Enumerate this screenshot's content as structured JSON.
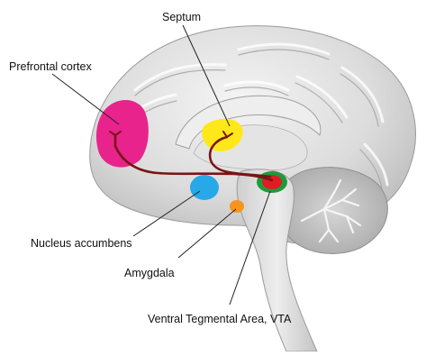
{
  "labels": {
    "septum": "Septum",
    "prefrontal_cortex": "Prefrontal cortex",
    "nucleus_accumbens": "Nucleus accumbens",
    "amygdala": "Amygdala",
    "vta": "Ventral Tegmental Area, VTA"
  },
  "colors": {
    "prefrontal_cortex": "#e8238c",
    "septum": "#ffe81a",
    "nucleus_accumbens": "#27a8e8",
    "amygdala": "#f7941d",
    "vta_outer": "#1f9a3c",
    "vta_inner": "#e21b23",
    "pathway": "#7a1414"
  }
}
